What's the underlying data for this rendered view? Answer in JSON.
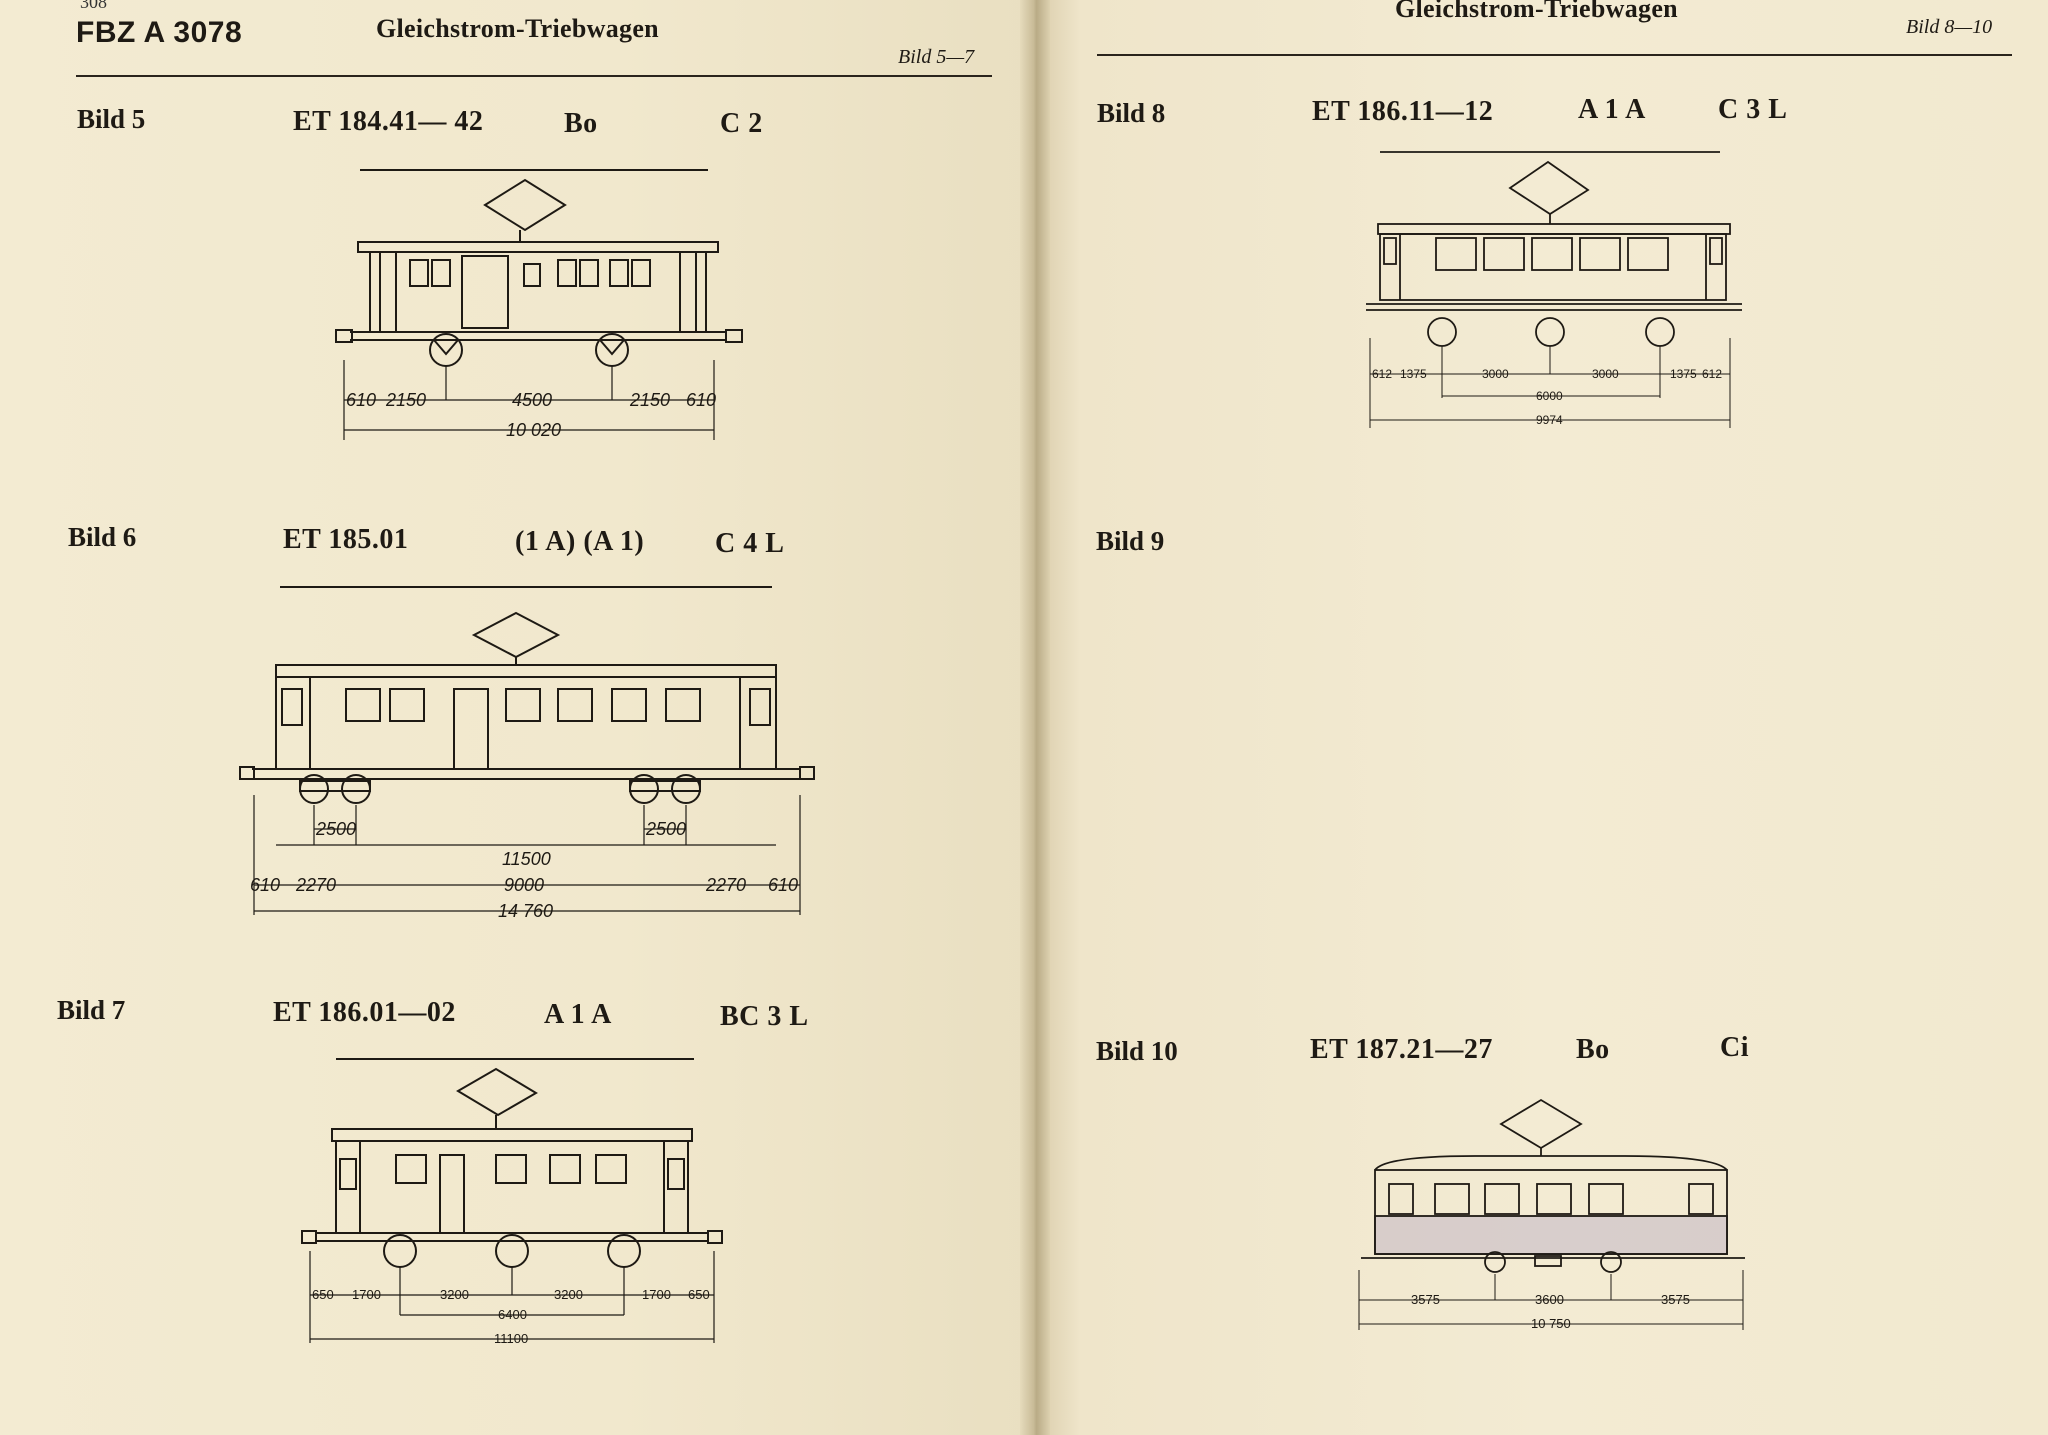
{
  "left_page": {
    "page_number": "308",
    "doc_code": "FBZ  A 3078",
    "running_title": "Gleichstrom-Triebwagen",
    "bild_range": "Bild 5—7"
  },
  "right_page": {
    "running_title": "Gleichstrom-Triebwagen",
    "bild_range": "Bild 8—10"
  },
  "figures": [
    {
      "label": "Bild 5",
      "designation": "ET 184.41— 42",
      "axle_arrangement": "Bo",
      "car_class": "C 2",
      "dims_row1": [
        "610",
        "2150",
        "4500",
        "2150",
        "610"
      ],
      "dims_total": "10 020"
    },
    {
      "label": "Bild 6",
      "designation": "ET 185.01",
      "axle_arrangement": "(1 A) (A 1)",
      "car_class": "C 4 L",
      "dims_bogie_left": "2500",
      "dims_bogie_right": "2500",
      "dims_body": "11500",
      "dims_row2": [
        "610",
        "2270",
        "9000",
        "2270",
        "610"
      ],
      "dims_total": "14 760"
    },
    {
      "label": "Bild 7",
      "designation": "ET 186.01—02",
      "axle_arrangement": "A 1 A",
      "car_class": "BC 3 L",
      "dims_row1": [
        "650",
        "1700",
        "3200",
        "3200",
        "1700",
        "650"
      ],
      "dims_wheelbase": "6400",
      "dims_total": "11100"
    },
    {
      "label": "Bild 8",
      "designation": "ET 186.11—12",
      "axle_arrangement": "A 1 A",
      "car_class": "C 3 L",
      "dims_row1": [
        "612",
        "1375",
        "3000",
        "3000",
        "1375",
        "612"
      ],
      "dims_wheelbase": "6000",
      "dims_total": "9974"
    },
    {
      "label": "Bild 9",
      "designation": "",
      "axle_arrangement": "",
      "car_class": ""
    },
    {
      "label": "Bild 10",
      "designation": "ET 187.21—27",
      "axle_arrangement": "Bo",
      "car_class": "Ci",
      "dims_row1": [
        "3575",
        "3600",
        "3575"
      ],
      "dims_total": "10 750"
    }
  ]
}
